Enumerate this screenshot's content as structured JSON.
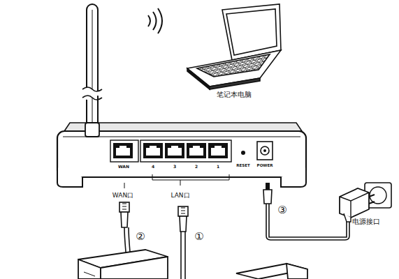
{
  "diagram": {
    "nodes": [
      {
        "text": [
          "笔记本电脑"
        ]
      },
      {
        "text": [
          "电源接口"
        ]
      }
    ],
    "labels": [
      "WAN",
      "4",
      "3",
      "2",
      "1",
      "RESET",
      "POWER",
      "WAN口",
      "LAN口",
      "②",
      "①",
      "③"
    ]
  }
}
